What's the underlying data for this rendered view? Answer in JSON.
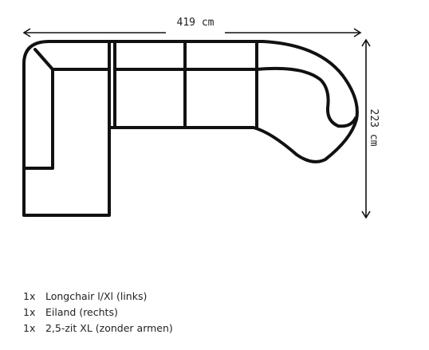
{
  "dimensions": {
    "width_label": "419 cm",
    "depth_label": "223 cm"
  },
  "components": [
    {
      "qty": "1x",
      "name": "Longchair l/Xl (links)"
    },
    {
      "qty": "1x",
      "name": "Eiland (rechts)"
    },
    {
      "qty": "1x",
      "name": "2,5-zit XL (zonder armen)"
    }
  ]
}
